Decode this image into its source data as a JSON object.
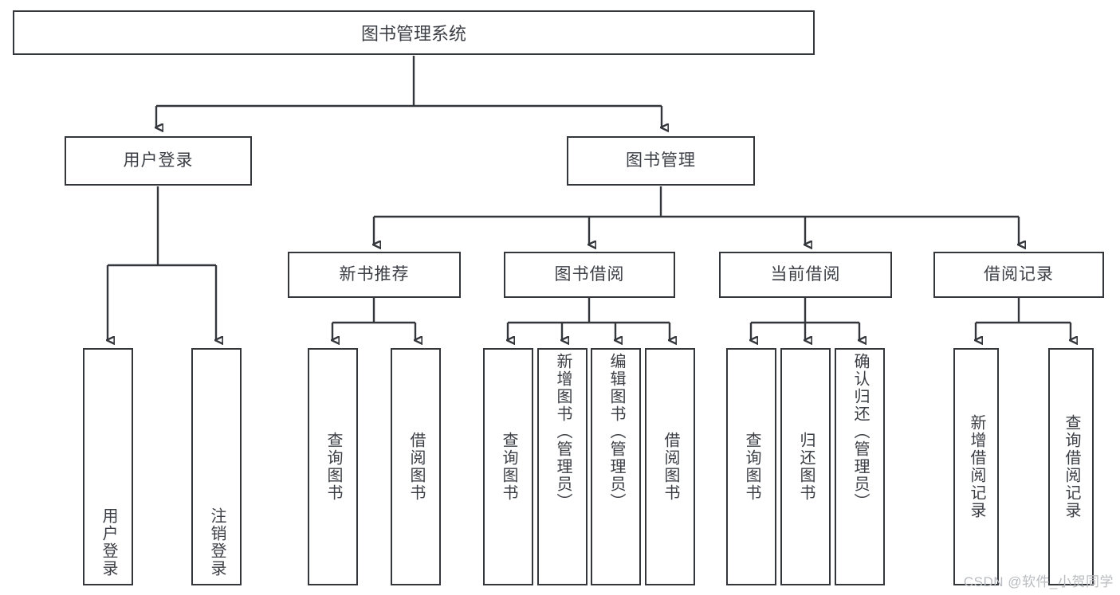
{
  "diagram": {
    "title": "图书管理系统",
    "type": "tree-hierarchy",
    "root": {
      "label": "图书管理系统"
    },
    "level1": [
      {
        "label": "用户登录"
      },
      {
        "label": "图书管理"
      }
    ],
    "level2": [
      {
        "label": "新书推荐",
        "parent": "图书管理"
      },
      {
        "label": "图书借阅",
        "parent": "图书管理"
      },
      {
        "label": "当前借阅",
        "parent": "图书管理"
      },
      {
        "label": "借阅记录",
        "parent": "图书管理"
      }
    ],
    "leaves": {
      "user_login": [
        {
          "label": "用户登录"
        },
        {
          "label": "注销登录"
        }
      ],
      "new_book_recommend": [
        {
          "label": "查询图书"
        },
        {
          "label": "借阅图书"
        }
      ],
      "book_borrow": [
        {
          "label": "查询图书"
        },
        {
          "label": "新增图书（管理员）"
        },
        {
          "label": "编辑图书（管理员）"
        },
        {
          "label": "借阅图书"
        }
      ],
      "current_borrow": [
        {
          "label": "查询图书"
        },
        {
          "label": "归还图书"
        },
        {
          "label": "确认归还（管理员）"
        }
      ],
      "borrow_record": [
        {
          "label": "新增借阅记录"
        },
        {
          "label": "查询借阅记录"
        }
      ]
    }
  },
  "watermark": {
    "text": "CSDN @软件_小贺同学"
  },
  "colors": {
    "stroke": "#33363b",
    "text": "#3b3f45",
    "background": "#ffffff",
    "watermark": "#b9bcc0"
  }
}
